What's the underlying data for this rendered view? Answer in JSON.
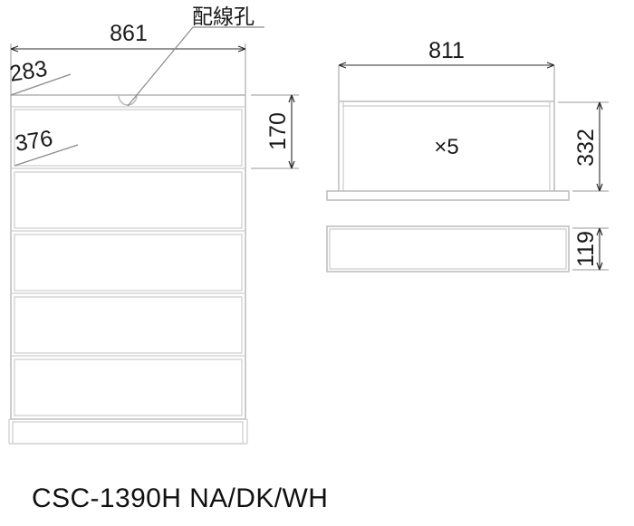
{
  "drawing": {
    "title_text": "CSC-1390H NA/DK/WH",
    "callout": {
      "label": "配線孔"
    },
    "front_view": {
      "dimensions": {
        "width_total": "861",
        "top_panel_depth": "283",
        "first_drawer_height": "376",
        "side_height": "170"
      },
      "drawer_count": 5
    },
    "drawer_box_view": {
      "dimensions": {
        "width": "811",
        "height": "332"
      },
      "quantity_label": "×5"
    },
    "panel_view": {
      "dimensions": {
        "height": "119"
      }
    },
    "colors": {
      "object_line": "#bfbfbf",
      "dimension_line": "#2b2b2b",
      "text": "#1a1a1a",
      "background": "#ffffff"
    }
  }
}
